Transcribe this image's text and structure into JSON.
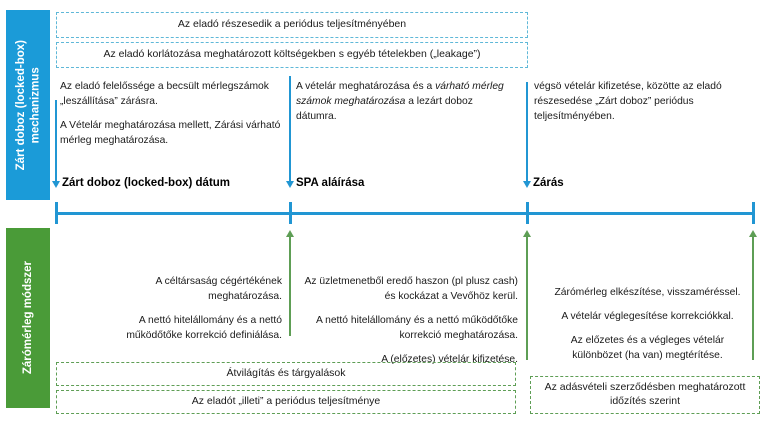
{
  "bands": {
    "top": {
      "label": "Zárt doboz (locked-box)\nmechanizmus",
      "color": "#1B9BD8"
    },
    "bottom": {
      "label": "Zárómérleg módszer",
      "color": "#4A9B38"
    }
  },
  "callouts": {
    "top_1": "Az eladó részesedik a periódus teljesítményében",
    "top_2": "Az eladó korlátozása meghatározott költségekben s egyéb tételekben („leakage”)",
    "bottom_1": "Átvilágítás és tárgyalások",
    "bottom_2": "Az eladót „illeti” a periódus teljesítménye",
    "bottom_3": "Az adásvételi szerződésben meghatározott időzítés szerint"
  },
  "milestones": [
    {
      "label": "Zárt doboz (locked-box) dátum"
    },
    {
      "label": "SPA aláírása"
    },
    {
      "label": "Zárás"
    }
  ],
  "top_row": {
    "col_1": {
      "para_1": "Az eladó felelőssége  a becsült mérlegszámok „leszállítása” zárásra.",
      "para_2": "A Vételár meghatározása mellett, Zárási várható mérleg meghatározása."
    },
    "col_2": {
      "lead": "A vételár meghatározása és a ",
      "emphasis": "várható mérleg számok meghatározása",
      "tail": " a lezárt doboz dátumra."
    },
    "col_3": {
      "para_1": "végsö vételár kifizetése, közötte az eladó részesedése „Zárt doboz” periódus teljesítményében."
    }
  },
  "bottom_row": {
    "col_1": {
      "para_1": "A céltársaság cégértékének meghatározása.",
      "para_2": "A nettó hitelállomány és a nettó működőtőke korrekció definiálása."
    },
    "col_2": {
      "para_1": "Az üzletmenetből eredő haszon (pl plusz cash) és kockázat a Vevőhöz kerül.",
      "para_2": "A nettó hitelállomány és a nettó működőtőke korrekció meghatározása.",
      "para_3": "A (előzetes) vételár kifizetése."
    },
    "col_3": {
      "para_1": "Zárómérleg elkészítése, visszaméréssel.",
      "para_2": "A vételár véglegesítése  korrekciókkal.",
      "para_3": "Az előzetes és a végleges vételár különbözet (ha van) megtérítése."
    }
  },
  "colors": {
    "timeline_blue": "#2196D3",
    "arrow_green": "#5E9E55",
    "dashed_blue": "#5FB8D8",
    "dashed_green": "#5E9E55"
  }
}
